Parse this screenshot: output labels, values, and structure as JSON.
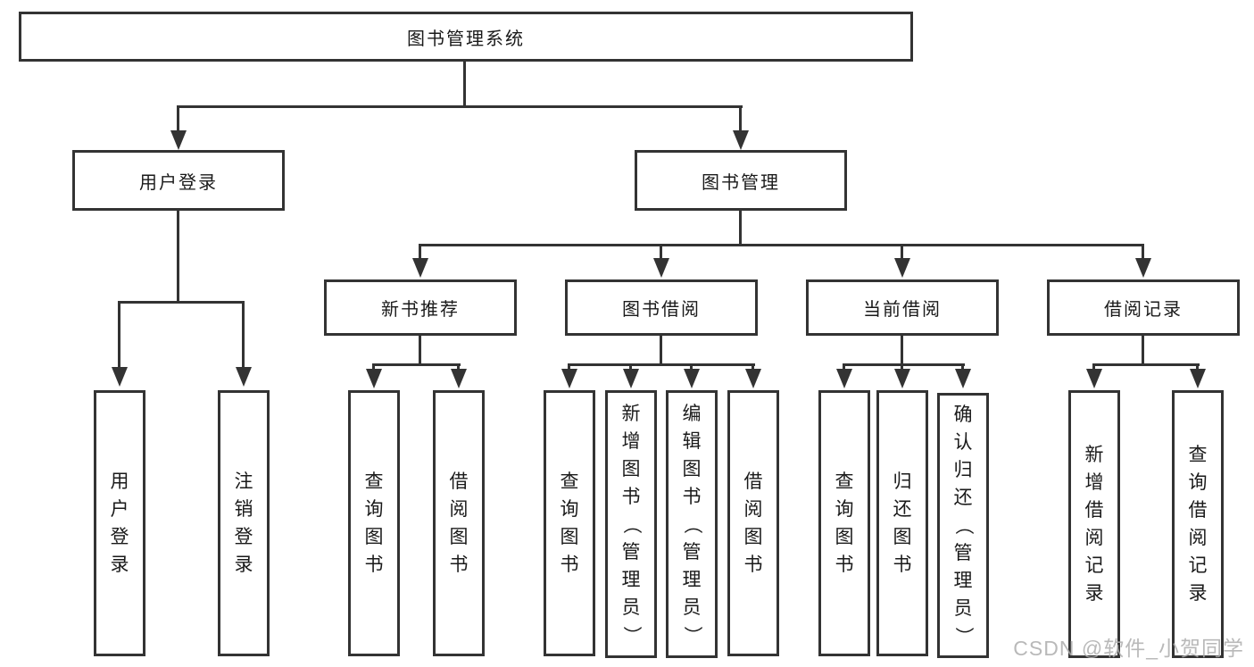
{
  "diagram": {
    "root": {
      "label": "图书管理系统"
    },
    "branches": [
      {
        "label": "用户登录",
        "children": [
          {
            "label": "用户登录"
          },
          {
            "label": "注销登录"
          }
        ]
      },
      {
        "label": "图书管理",
        "children": [
          {
            "label": "新书推荐",
            "children": [
              {
                "label": "查询图书"
              },
              {
                "label": "借阅图书"
              }
            ]
          },
          {
            "label": "图书借阅",
            "children": [
              {
                "label": "查询图书"
              },
              {
                "label": "新增图书（管理员）"
              },
              {
                "label": "编辑图书（管理员）"
              },
              {
                "label": "借阅图书"
              }
            ]
          },
          {
            "label": "当前借阅",
            "children": [
              {
                "label": "查询图书"
              },
              {
                "label": "归还图书"
              },
              {
                "label": "确认归还（管理员）"
              }
            ]
          },
          {
            "label": "借阅记录",
            "children": [
              {
                "label": "新增借阅记录"
              },
              {
                "label": "查询借阅记录"
              }
            ]
          }
        ]
      }
    ]
  },
  "watermark": {
    "text": "CSDN @软件_小贺同学"
  },
  "colors": {
    "line": "#333333",
    "text": "#1a1a1a",
    "watermark": "#adadad",
    "background": "#ffffff"
  }
}
